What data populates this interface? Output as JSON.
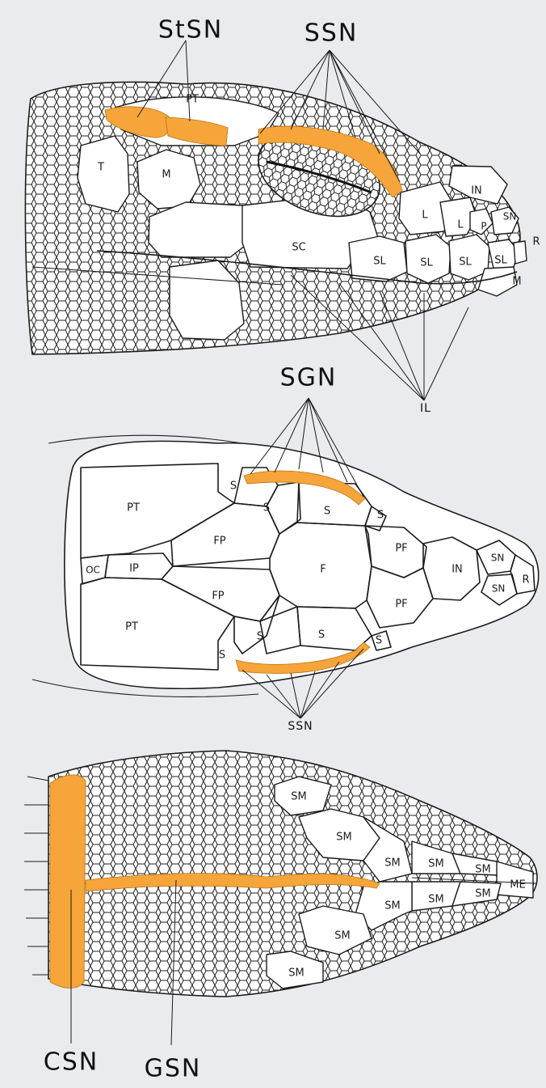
{
  "lateral_view": {
    "callouts": {
      "stsn": "StSN",
      "ssn": "SSN",
      "il": "IL"
    },
    "scales": {
      "pt": "PT",
      "t": "T",
      "m": "M",
      "sc": "SC",
      "in": "IN",
      "l1": "L",
      "l2": "L",
      "p": "P",
      "sn": "SN",
      "r": "R",
      "sl1": "SL",
      "sl2": "SL",
      "sl3": "SL",
      "sl4": "SL",
      "m2": "M"
    }
  },
  "dorsal_view": {
    "callouts": {
      "sgn": "SGN",
      "ssn": "SSN"
    },
    "scales": {
      "pt1": "PT",
      "pt2": "PT",
      "oc": "OC",
      "ip": "IP",
      "fp1": "FP",
      "fp2": "FP",
      "f": "F",
      "s1": "S",
      "s2": "S",
      "s3": "S",
      "s4": "S",
      "s5": "S",
      "s6": "S",
      "s7": "S",
      "s8": "S",
      "pf1": "PF",
      "pf2": "PF",
      "in": "IN",
      "sn1": "SN",
      "sn2": "SN",
      "r": "R"
    }
  },
  "ventral_view": {
    "callouts": {
      "csn": "CSN",
      "gsn": "GSN"
    },
    "scales": {
      "sm1": "SM",
      "sm2": "SM",
      "sm3": "SM",
      "sm4": "SM",
      "sm5": "SM",
      "sm6": "SM",
      "sm7": "SM",
      "sm8": "SM",
      "sm9": "SM",
      "sm10": "SM",
      "me": "ME"
    }
  },
  "colors": {
    "background": "#eaebef",
    "highlight": "#f6a53b",
    "ink": "#1c1c1c"
  }
}
